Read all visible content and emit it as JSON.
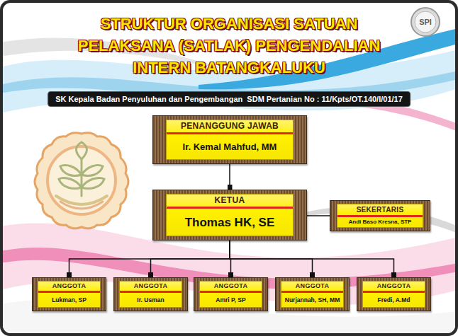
{
  "diagram": {
    "title": "STRUKTUR ORGANISASI SATUAN PELAKSANA (SATLAK) PENGENDALIAN INTERN BATANGKALUKU",
    "nodes": [
      {
        "text": [
          "PENANGGUNG JAWAB",
          "Ir. Kemal Mahfud, MM"
        ]
      },
      {
        "text": [
          "KETUA",
          "Thomas HK, SE"
        ]
      },
      {
        "text": [
          "SEKERTARIS",
          "Andi Baso Kresna, STP"
        ]
      },
      {
        "text": [
          "ANGGOTA",
          "Lukman, SP"
        ]
      },
      {
        "text": [
          "ANGGOTA",
          "Ir. Usman"
        ]
      },
      {
        "text": [
          "ANGGOTA",
          "Amri P, SP"
        ]
      },
      {
        "text": [
          "ANGGOTA",
          "Nurjannah, SH, MM"
        ]
      },
      {
        "text": [
          "ANGGOTA",
          "Fredi, A.Md"
        ]
      }
    ],
    "edges": [
      {
        "from": 0,
        "to": 1,
        "arrow": "none"
      },
      {
        "from": 1,
        "to": 2,
        "arrow": "none"
      },
      {
        "from": 1,
        "to": 3,
        "arrow": "none"
      },
      {
        "from": 1,
        "to": 4,
        "arrow": "none"
      },
      {
        "from": 1,
        "to": 5,
        "arrow": "none"
      },
      {
        "from": 1,
        "to": 6,
        "arrow": "none"
      },
      {
        "from": 1,
        "to": 7,
        "arrow": "none"
      }
    ],
    "labels": [
      "SK Kepala Badan Penyuluhan dan Pengembangan  SDM Pertanian No : 11/Kpts/OT.140/I/01/17",
      "SPI"
    ]
  }
}
